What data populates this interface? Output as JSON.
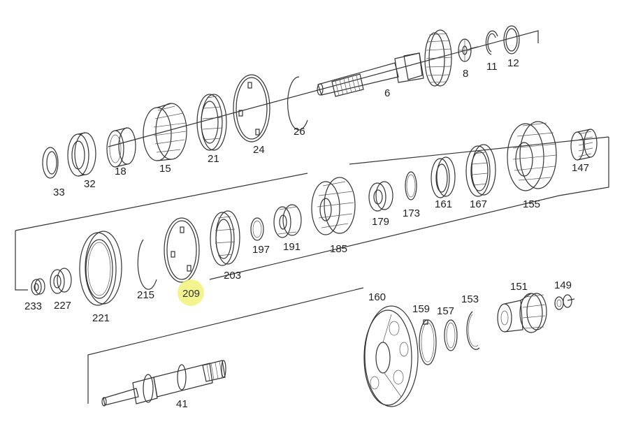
{
  "highlight_color": "#f2f27a",
  "highlighted_part": "209",
  "labels": {
    "p8": "8",
    "p11": "11",
    "p12": "12",
    "p6": "6",
    "p26": "26",
    "p24": "24",
    "p21": "21",
    "p15": "15",
    "p18": "18",
    "p32": "32",
    "p33": "33",
    "p147": "147",
    "p155": "155",
    "p167": "167",
    "p161": "161",
    "p173": "173",
    "p179": "179",
    "p185": "185",
    "p191": "191",
    "p197": "197",
    "p203": "203",
    "p209": "209",
    "p215": "215",
    "p221": "221",
    "p227": "227",
    "p233": "233",
    "p160": "160",
    "p159": "159",
    "p157": "157",
    "p153": "153",
    "p151": "151",
    "p149": "149",
    "p41": "41"
  }
}
